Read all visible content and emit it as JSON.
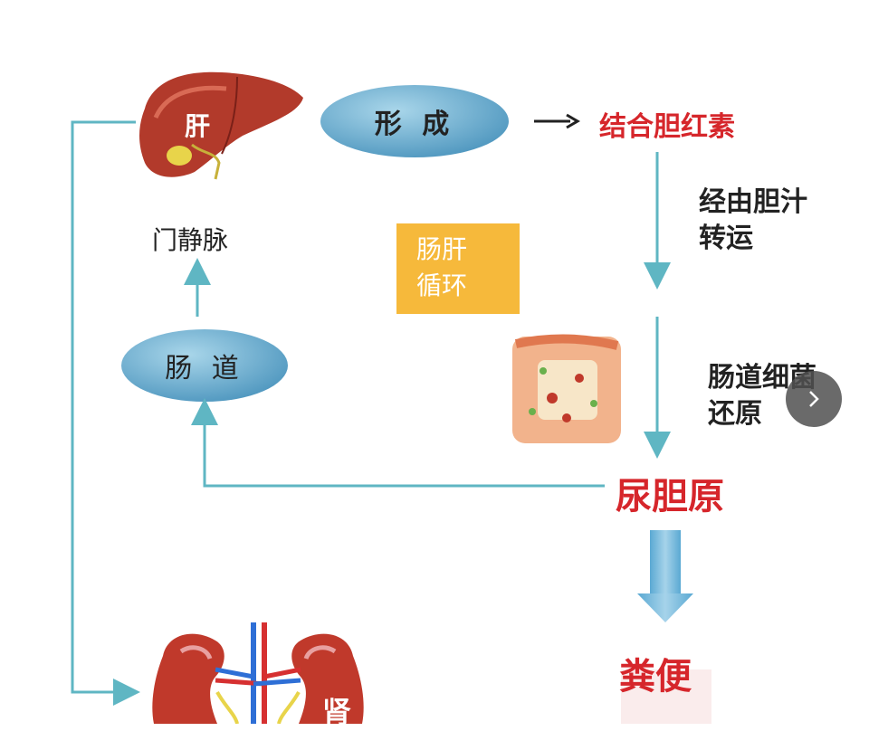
{
  "organs": {
    "liver_label": "肝",
    "kidney_label": "肾"
  },
  "nodes": {
    "form": "形 成",
    "conj_bili": "结合胆红素",
    "bile_transport": [
      "经由胆汁",
      "转运"
    ],
    "portal_vein": "门静脉",
    "intestine": "肠 道",
    "cycle_box": [
      "肠肝",
      "循环"
    ],
    "bacteria": [
      "肠道细菌",
      "还原"
    ],
    "urobilinogen": "尿胆原",
    "feces": "粪便"
  },
  "colors": {
    "arrow_teal": "#5fb6c3",
    "ellipse_fill": "#6fb1cf",
    "box_orange": "#f6b93b",
    "red_text": "#d6262b",
    "big_arrow": "#7fc0df",
    "liver": "#b23a2b",
    "kidney": "#c0392b"
  },
  "controls": {
    "next_icon": "chevron-right-icon"
  }
}
